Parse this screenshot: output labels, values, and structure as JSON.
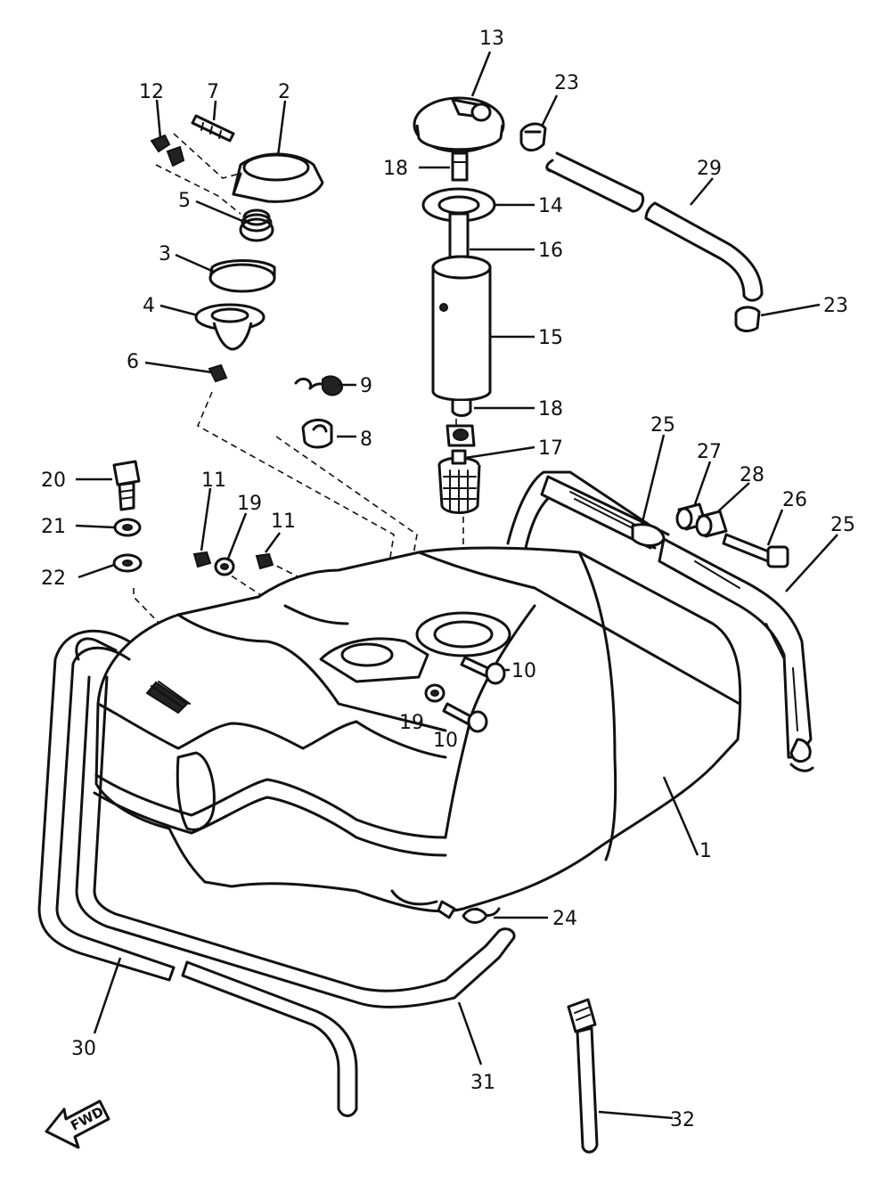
{
  "callouts": {
    "c1": "1",
    "c2": "2",
    "c3": "3",
    "c4": "4",
    "c5": "5",
    "c6": "6",
    "c7": "7",
    "c8": "8",
    "c9": "9",
    "c10a": "10",
    "c10b": "10",
    "c11a": "11",
    "c11b": "11",
    "c12": "12",
    "c13": "13",
    "c14": "14",
    "c15": "15",
    "c16": "16",
    "c17": "17",
    "c18a": "18",
    "c18b": "18",
    "c19a": "19",
    "c19b": "19",
    "c20": "20",
    "c21": "21",
    "c22": "22",
    "c23a": "23",
    "c23b": "23",
    "c24": "24",
    "c25a": "25",
    "c25b": "25",
    "c26": "26",
    "c27": "27",
    "c28": "28",
    "c29": "29",
    "c30": "30",
    "c31": "31",
    "c32": "32"
  },
  "direction_arrow": {
    "label": "FWD"
  },
  "colors": {
    "ink": "#111111",
    "paper": "#ffffff"
  }
}
